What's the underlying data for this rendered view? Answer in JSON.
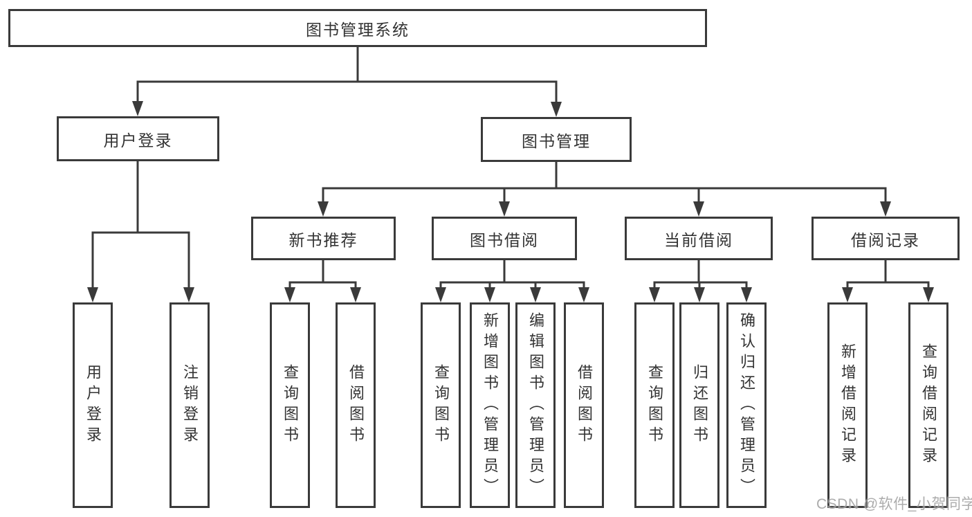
{
  "diagram": {
    "root": {
      "label": "图书管理系统"
    },
    "level2": [
      {
        "label": "用户登录",
        "parent": "图书管理系统"
      },
      {
        "label": "图书管理",
        "parent": "图书管理系统"
      }
    ],
    "level3": [
      {
        "label": "新书推荐",
        "parent": "图书管理"
      },
      {
        "label": "图书借阅",
        "parent": "图书管理"
      },
      {
        "label": "当前借阅",
        "parent": "图书管理"
      },
      {
        "label": "借阅记录",
        "parent": "图书管理"
      }
    ],
    "leaves": [
      {
        "label": "用户登录",
        "parent": "用户登录"
      },
      {
        "label": "注销登录",
        "parent": "用户登录"
      },
      {
        "label": "查询图书",
        "parent": "新书推荐"
      },
      {
        "label": "借阅图书",
        "parent": "新书推荐"
      },
      {
        "label": "查询图书",
        "parent": "图书借阅"
      },
      {
        "label": "新增图书（管理员）",
        "parent": "图书借阅"
      },
      {
        "label": "编辑图书（管理员）",
        "parent": "图书借阅"
      },
      {
        "label": "借阅图书",
        "parent": "图书借阅"
      },
      {
        "label": "查询图书",
        "parent": "当前借阅"
      },
      {
        "label": "归还图书",
        "parent": "当前借阅"
      },
      {
        "label": "确认归还（管理员）",
        "parent": "当前借阅"
      },
      {
        "label": "新增借阅记录",
        "parent": "借阅记录"
      },
      {
        "label": "查询借阅记录",
        "parent": "借阅记录"
      }
    ],
    "watermark": "CSDN @软件_小贺同学",
    "colors": {
      "line": "#3a3a3a",
      "text": "#333333",
      "box-bg": "#ffffff",
      "page-bg": "#ffffff",
      "watermark": "#9e9e9e"
    }
  }
}
